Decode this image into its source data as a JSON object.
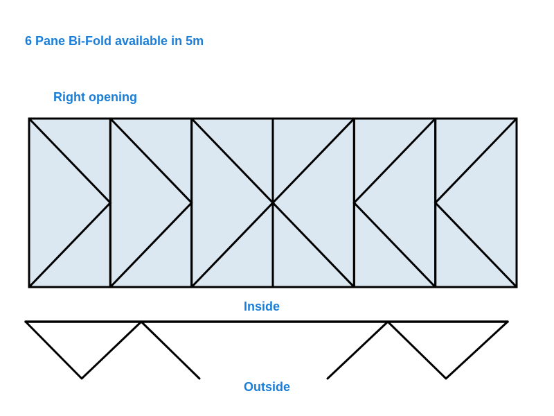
{
  "title": "6 Pane Bi-Fold available in 5m",
  "subtitle": "Right opening",
  "inside_label": "Inside",
  "outside_label": "Outside",
  "colors": {
    "accent": "#1a7ed8",
    "pane_fill": "#dce8f1",
    "stroke": "#000000"
  },
  "panes": [
    {
      "id": 1,
      "hinge_side": "right"
    },
    {
      "id": 2,
      "hinge_side": "right"
    },
    {
      "id": 3,
      "hinge_side": "right"
    },
    {
      "id": 4,
      "hinge_side": "left"
    },
    {
      "id": 5,
      "hinge_side": "left"
    },
    {
      "id": 6,
      "hinge_side": "left"
    }
  ]
}
